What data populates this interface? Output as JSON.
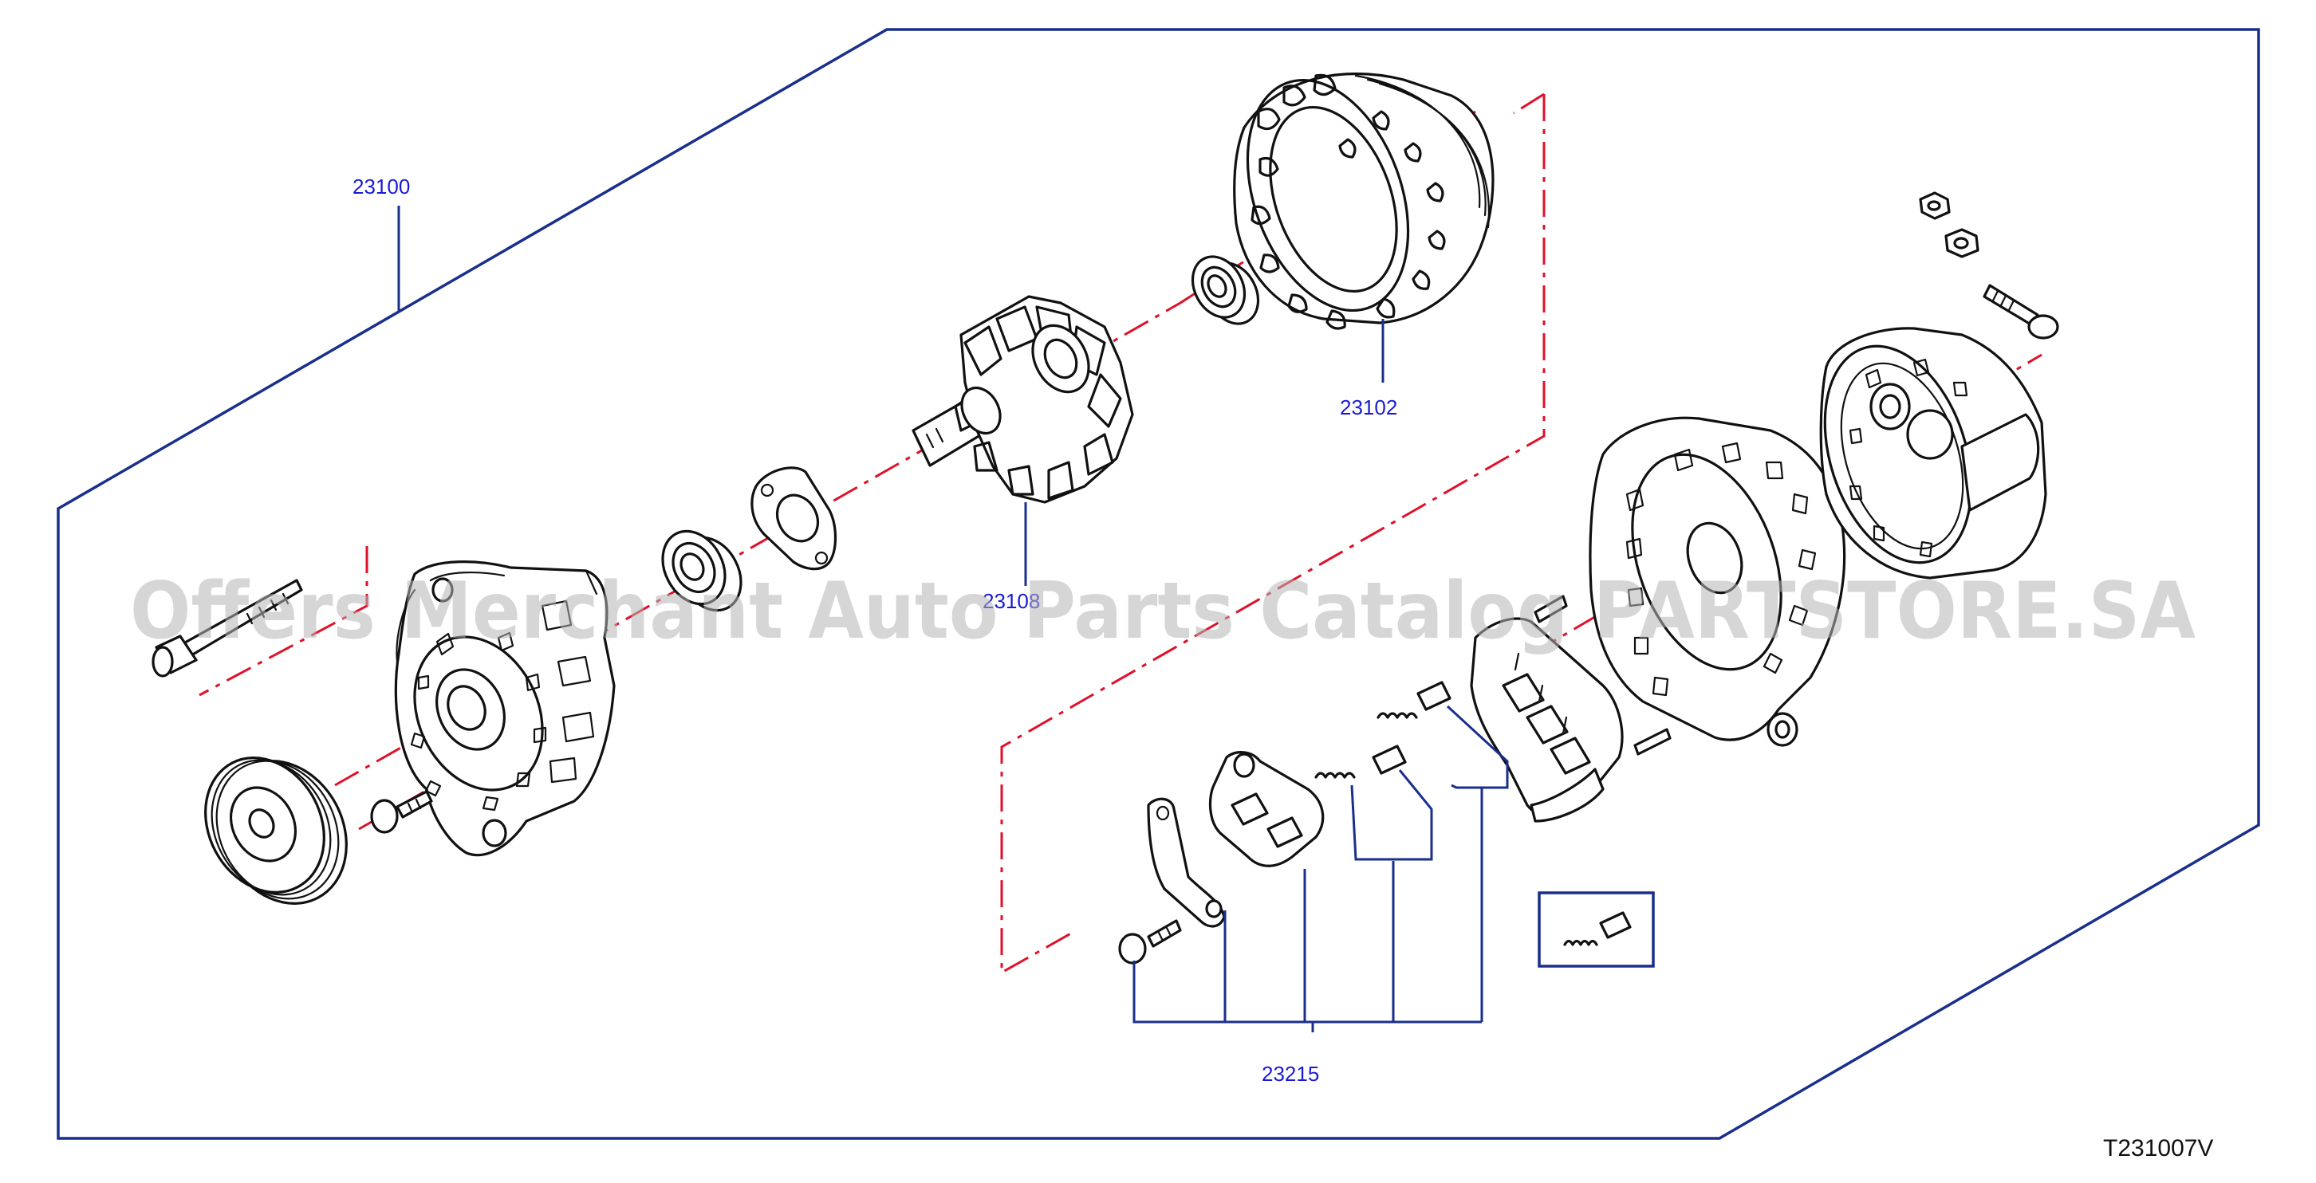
{
  "diagram": {
    "labels": {
      "assembly": "23100",
      "stator": "23102",
      "rotor": "23108",
      "brush_kit": "23215"
    },
    "figure_code": "T231007V",
    "watermark": "Offers Merchant Auto Parts Catalog PARTSTORE.SA",
    "colors": {
      "frame": "#1a2f8c",
      "label_text": "#1a1ad6",
      "axis_line": "#e0102a",
      "line_art": "#111111"
    }
  }
}
